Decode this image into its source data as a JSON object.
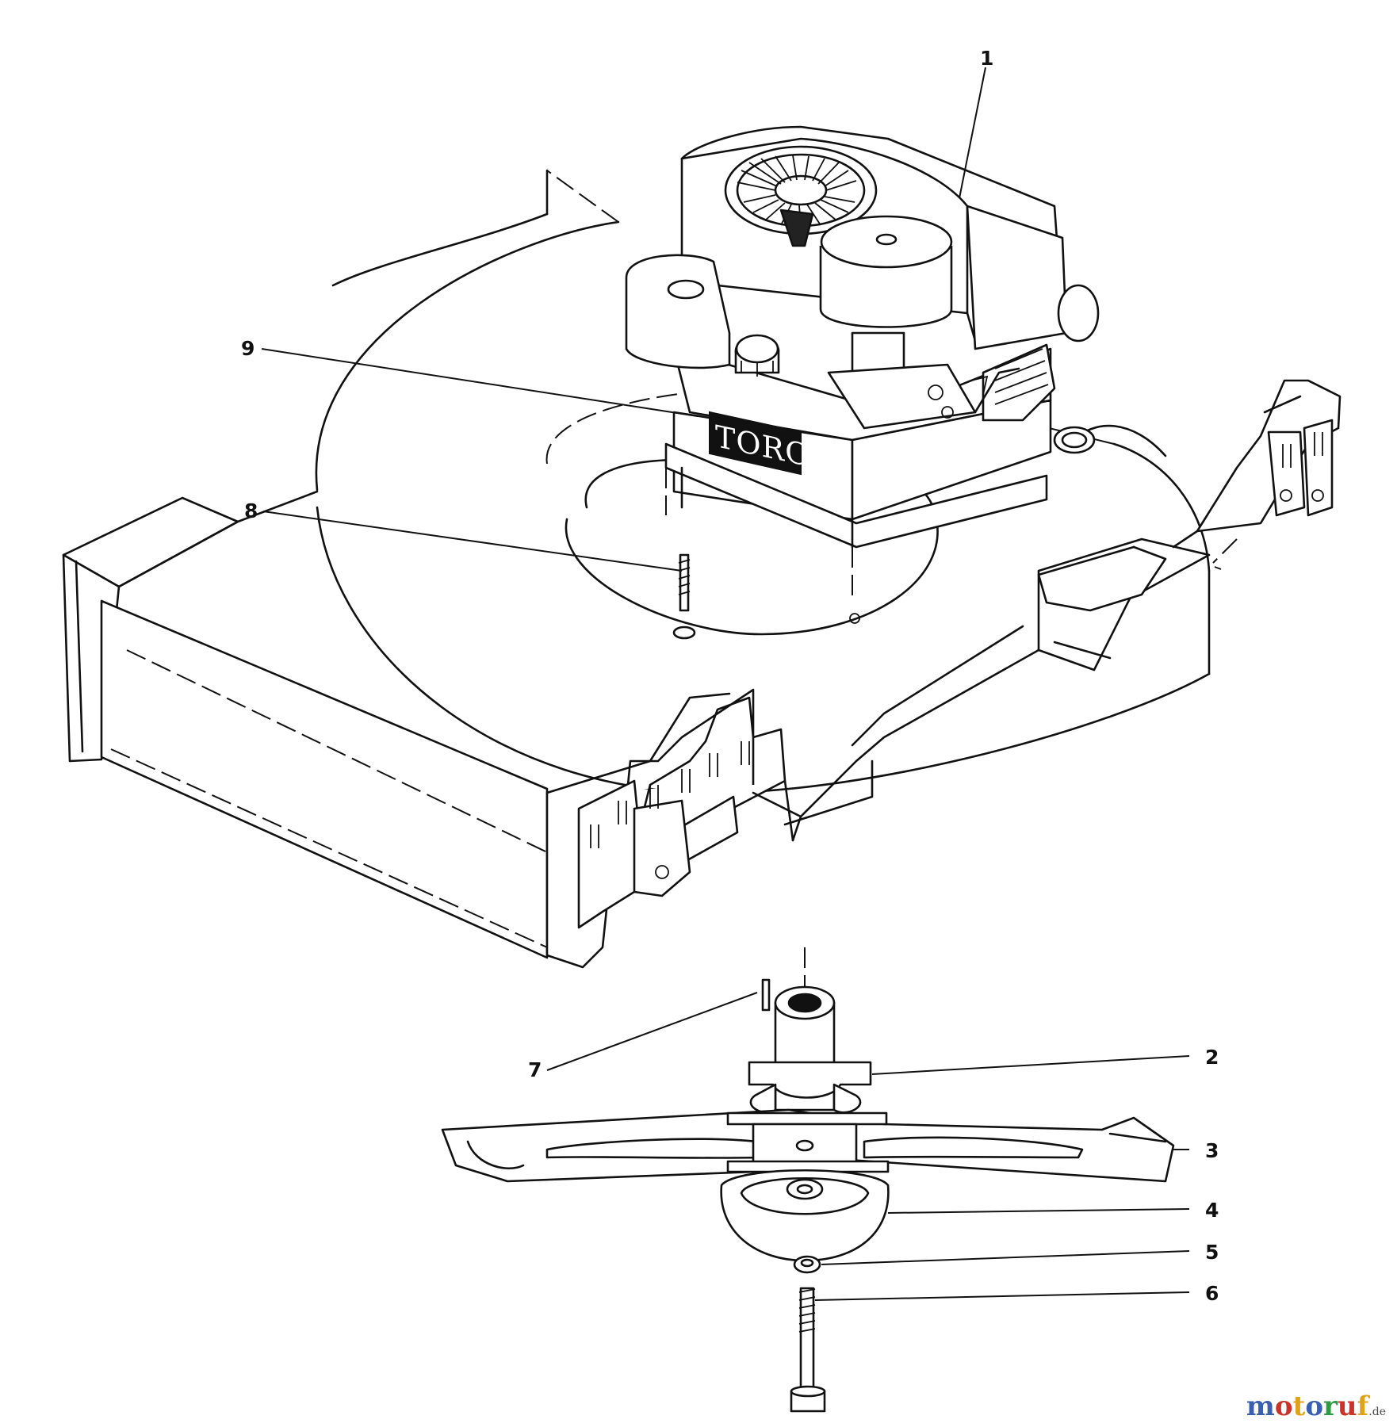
{
  "diagram": {
    "engine_logo": "TORO",
    "callouts": [
      {
        "id": "1",
        "label": "1"
      },
      {
        "id": "2",
        "label": "2"
      },
      {
        "id": "3",
        "label": "3"
      },
      {
        "id": "4",
        "label": "4"
      },
      {
        "id": "5",
        "label": "5"
      },
      {
        "id": "6",
        "label": "6"
      },
      {
        "id": "7",
        "label": "7"
      },
      {
        "id": "8",
        "label": "8"
      },
      {
        "id": "9",
        "label": "9"
      }
    ]
  },
  "watermark": {
    "letters": [
      "m",
      "o",
      "t",
      "o",
      "r",
      "u",
      "f"
    ],
    "letter_colors": [
      "#3a5fb0",
      "#c8332a",
      "#e0a21a",
      "#3a5fb0",
      "#2f9a46",
      "#c8332a",
      "#e0a21a"
    ],
    "suffix": ".de"
  }
}
